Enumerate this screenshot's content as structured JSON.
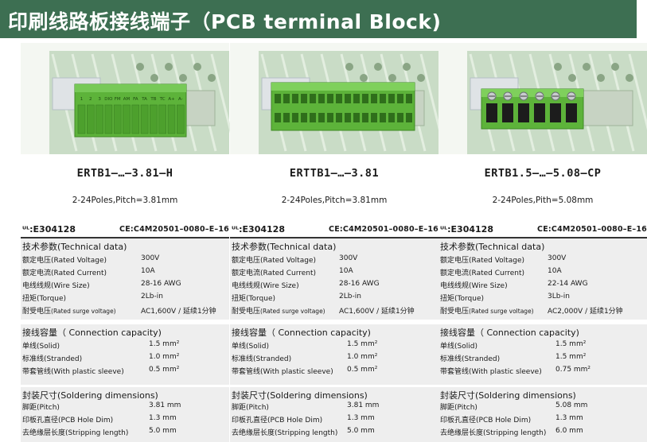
{
  "header": {
    "title": "印刷线路板接线端子（PCB terminal Block)"
  },
  "products": [
    {
      "model": "ERTB1–…–3.81–H",
      "poles": "2-24Poles,Pitch=3.81mm",
      "ul": "E304128",
      "ce": "CE:C4M20501–0080–E–16",
      "technical": {
        "title": "技术参数(Technical data)",
        "rows": [
          {
            "label": "额定电压(Rated Voltage)",
            "value": "300V"
          },
          {
            "label": "额定电流(Rated Current)",
            "value": "10A"
          },
          {
            "label": "电线线规(Wire Size)",
            "value": "28-16 AWG"
          },
          {
            "label": "扭矩(Torque)",
            "value": "2Lb-in"
          },
          {
            "label": "耐受电压",
            "label_small": "(Rated surge voltage)",
            "value": "AC1,600V / 延续1分钟"
          }
        ]
      },
      "connection": {
        "title": "接线容量（ Connection capacity)",
        "rows": [
          {
            "label": "单线(Solid)",
            "value": "1.5 mm²"
          },
          {
            "label": "标准线(Stranded)",
            "value": "1.0 mm²"
          },
          {
            "label": "带套管线(With plastic sleeve)",
            "value": "0.5 mm²"
          }
        ]
      },
      "soldering": {
        "title": "封装尺寸(Soldering dimensions)",
        "rows": [
          {
            "label": "脚距(Pitch)",
            "value": "3.81  mm"
          },
          {
            "label": "印板孔直径(PCB Hole Dim)",
            "value": "1.3 mm"
          },
          {
            "label": "去绝缘层长度(Stripping length)",
            "value": "5.0 mm"
          }
        ]
      },
      "photo": "header-h",
      "pin_labels": [
        "1",
        "2",
        "3",
        "DIO",
        "FM",
        "AM",
        "FA",
        "TA",
        "TB",
        "TC",
        "A+",
        "A-"
      ]
    },
    {
      "model": "ERTTB1–…–3.81",
      "poles": "2-24Poles,Pitch=3.81mm",
      "ul": "E304128",
      "ce": "CE:C4M20501–0080–E–16",
      "technical": {
        "title": "技术参数(Technical data)",
        "rows": [
          {
            "label": "额定电压(Rated Voltage)",
            "value": "300V"
          },
          {
            "label": "额定电流(Rated Current)",
            "value": "10A"
          },
          {
            "label": "电线线规(Wire Size)",
            "value": "28-16 AWG"
          },
          {
            "label": "扭矩(Torque)",
            "value": "2Lb-in"
          },
          {
            "label": "耐受电压",
            "label_small": "(Rated surge voltage)",
            "value": "AC1,600V / 延续1分钟"
          }
        ]
      },
      "connection": {
        "title": "接线容量（ Connection capacity)",
        "rows": [
          {
            "label": "单线(Solid)",
            "value": "1.5 mm²"
          },
          {
            "label": "标准线(Stranded)",
            "value": "1.0 mm²"
          },
          {
            "label": "带套管线(With plastic sleeve)",
            "value": "0.5 mm²"
          }
        ]
      },
      "soldering": {
        "title": "封装尺寸(Soldering dimensions)",
        "rows": [
          {
            "label": "脚距(Pitch)",
            "value": "3.81  mm"
          },
          {
            "label": "印板孔直径(PCB Hole Dim)",
            "value": "1.3 mm"
          },
          {
            "label": "去绝缘层长度(Stripping length)",
            "value": "5.0 mm"
          }
        ]
      },
      "photo": "double-deck",
      "pin_labels": []
    },
    {
      "model": "ERTB1.5–…–5.08–CP",
      "poles": "2-24Poles,Pith=5.08mm",
      "ul": "E304128",
      "ce": "CE:C4M20501–0080–E–16",
      "technical": {
        "title": "技术参数(Technical data)",
        "rows": [
          {
            "label": "额定电压(Rated Voltage)",
            "value": "300V"
          },
          {
            "label": "额定电流(Rated Current)",
            "value": "10A"
          },
          {
            "label": "电线线规(Wire Size)",
            "value": "22-14 AWG"
          },
          {
            "label": "扭矩(Torque)",
            "value": "3Lb-in"
          },
          {
            "label": "耐受电压",
            "label_small": "(Rated surge voltage)",
            "value": "AC2,000V / 延续1分钟"
          }
        ]
      },
      "connection": {
        "title": "接线容量（ Connection capacity)",
        "rows": [
          {
            "label": "单线(Solid)",
            "value": "1.5 mm²"
          },
          {
            "label": "标准线(Stranded)",
            "value": "1.5 mm²"
          },
          {
            "label": "带套管线(With plastic sleeve)",
            "value": "0.75 mm²"
          }
        ]
      },
      "soldering": {
        "title": "封装尺寸(Soldering dimensions)",
        "rows": [
          {
            "label": "脚距(Pitch)",
            "value": "5.08  mm"
          },
          {
            "label": "印板孔直径(PCB Hole Dim)",
            "value": "1.3 mm"
          },
          {
            "label": "去绝缘层长度(Stripping length)",
            "value": "6.0 mm"
          }
        ]
      },
      "photo": "screw-block",
      "pin_labels": []
    }
  ],
  "colors": {
    "header_bg": "#3d6f52",
    "terminal_green": "#5db33a",
    "pcb_green": "#c9dcc6",
    "section_bg": "#eeeeee"
  }
}
